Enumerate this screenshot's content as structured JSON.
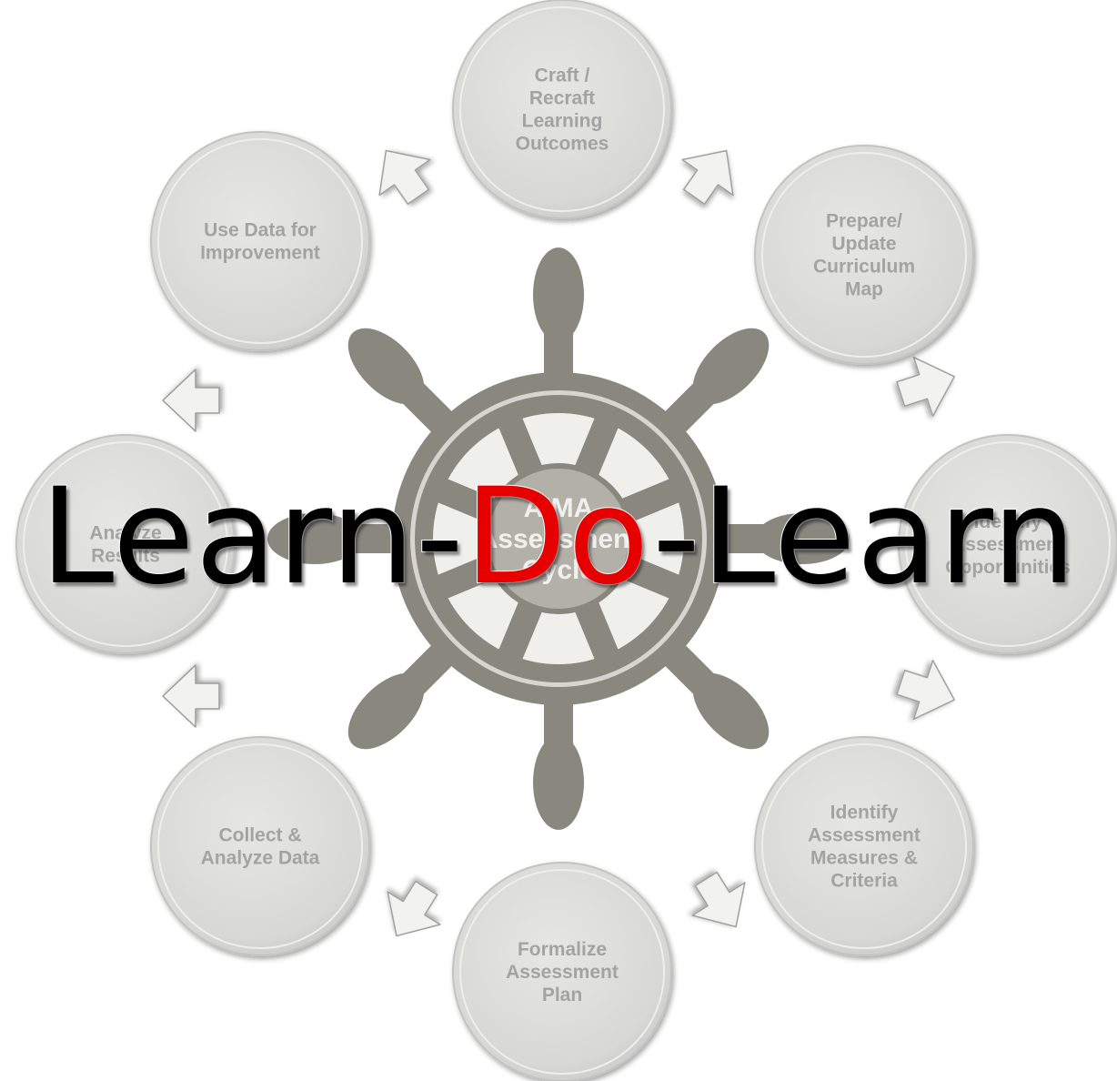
{
  "colors": {
    "wheel": "#8a877f",
    "wheel_inner": "#b3b0a8",
    "node_fill": "#dcdcd9",
    "node_text": "#a3a3a3",
    "arrow_fill": "#f2f2f0",
    "arrow_stroke": "#9c9c9a",
    "headline": "#000000",
    "headline_accent": "#e60000"
  },
  "cycle": {
    "nodes": [
      {
        "id": "craft-outcomes",
        "lines": [
          "Craft /",
          "Recraft",
          "Learning",
          "Outcomes"
        ]
      },
      {
        "id": "curriculum-map",
        "lines": [
          "Prepare/",
          "Update",
          "Curriculum",
          "Map"
        ]
      },
      {
        "id": "identify-opportunities",
        "lines": [
          "Identify",
          "Assessment",
          "Opportunities"
        ]
      },
      {
        "id": "identify-measures",
        "lines": [
          "Identify",
          "Assessment",
          "Measures &",
          "Criteria"
        ]
      },
      {
        "id": "formalize-plan",
        "lines": [
          "Formalize",
          "Assessment",
          "Plan"
        ]
      },
      {
        "id": "collect-analyze",
        "lines": [
          "Collect &",
          "Analyze Data"
        ]
      },
      {
        "id": "analyze-results",
        "lines": [
          "Analyze",
          "Results"
        ]
      },
      {
        "id": "use-data",
        "lines": [
          "Use Data for",
          "Improvement"
        ]
      }
    ],
    "center": {
      "lines": [
        "AIMA",
        "Assessment",
        "Cycle"
      ]
    }
  },
  "headline": {
    "part1": "Learn-",
    "part2": "Do",
    "part3": "-Learn"
  }
}
